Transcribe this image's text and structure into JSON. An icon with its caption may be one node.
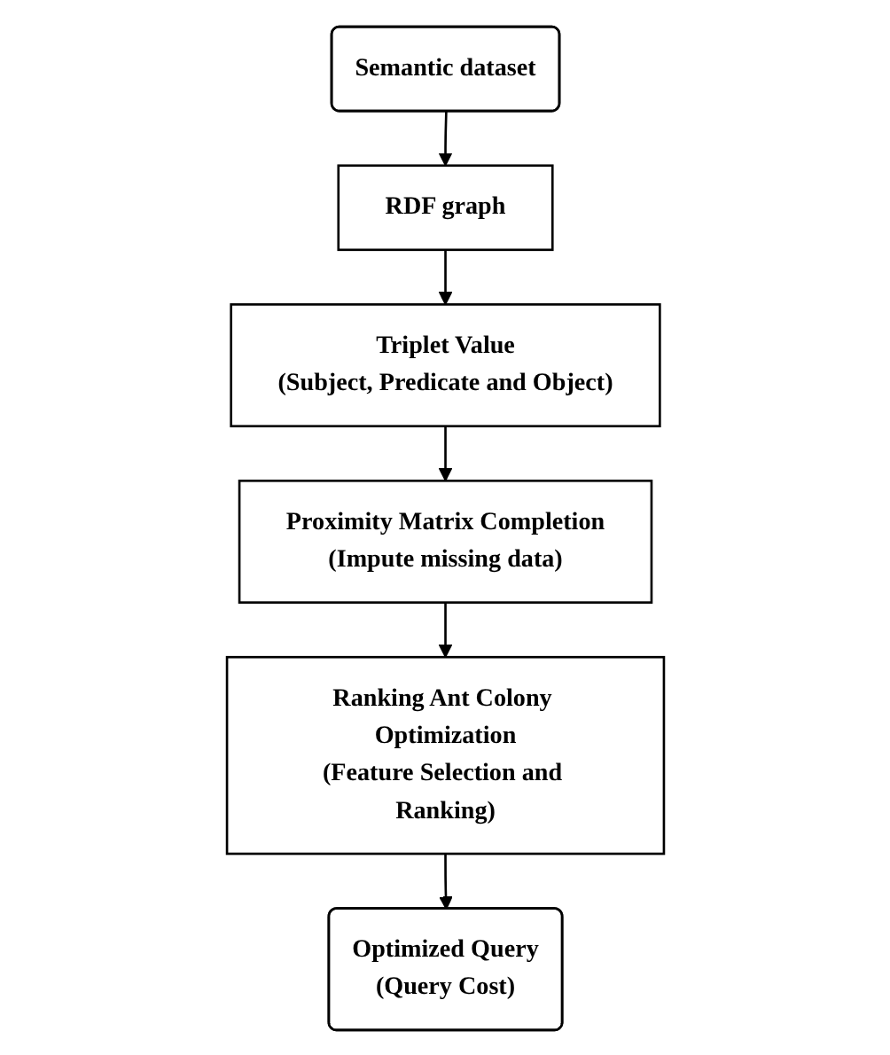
{
  "diagram": {
    "nodes": [
      {
        "text": [
          "Semantic dataset"
        ]
      },
      {
        "text": [
          "RDF graph"
        ]
      },
      {
        "text": [
          "Triplet Value",
          "(Subject, Predicate and Object)"
        ]
      },
      {
        "text": [
          "Proximity Matrix Completion",
          "(Impute missing data)"
        ]
      },
      {
        "text": [
          "Ranking Ant Colony Optimization",
          "(Feature Selection and Ranking)"
        ]
      },
      {
        "text": [
          "Optimized Query",
          "(Query Cost)"
        ]
      }
    ],
    "edges": [
      {
        "from": 0,
        "to": 1,
        "arrow": "to"
      },
      {
        "from": 1,
        "to": 2,
        "arrow": "to"
      },
      {
        "from": 2,
        "to": 3,
        "arrow": "to"
      },
      {
        "from": 3,
        "to": 4,
        "arrow": "to"
      },
      {
        "from": 4,
        "to": 5,
        "arrow": "to"
      }
    ]
  }
}
